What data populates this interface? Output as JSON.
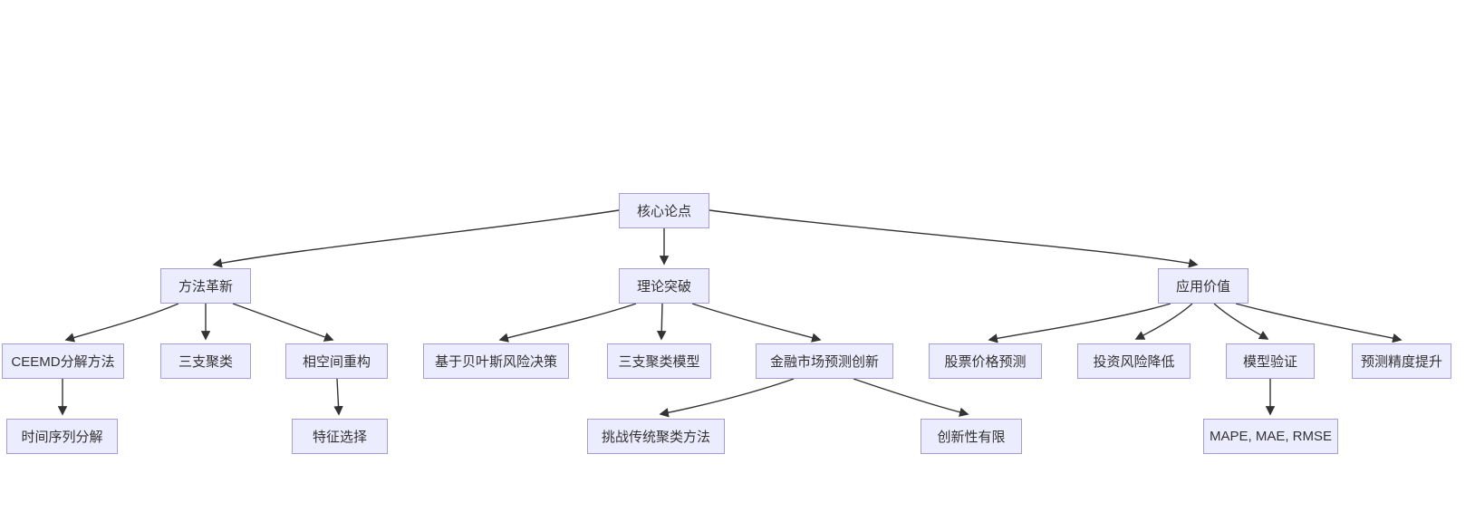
{
  "diagram": {
    "type": "flowchart",
    "direction": "top-down",
    "background_color": "#ffffff",
    "node_fill_color": "#ECECFF",
    "node_border_color": "#a79bd5",
    "edge_color": "#333333",
    "text_color": "#333333",
    "nodes": {
      "root": {
        "label": "核心论点"
      },
      "method": {
        "label": "方法革新"
      },
      "theory": {
        "label": "理论突破"
      },
      "application": {
        "label": "应用价值"
      },
      "ceemd": {
        "label": "CEEMD分解方法"
      },
      "three_way": {
        "label": "三支聚类"
      },
      "phase_space": {
        "label": "相空间重构"
      },
      "bayes": {
        "label": "基于贝叶斯风险决策"
      },
      "three_way_model": {
        "label": "三支聚类模型"
      },
      "finance": {
        "label": "金融市场预测创新"
      },
      "stock": {
        "label": "股票价格预测"
      },
      "risk": {
        "label": "投资风险降低"
      },
      "validation": {
        "label": "模型验证"
      },
      "accuracy": {
        "label": "预测精度提升"
      },
      "time_series": {
        "label": "时间序列分解"
      },
      "feature": {
        "label": "特征选择"
      },
      "challenge": {
        "label": "挑战传统聚类方法"
      },
      "limited": {
        "label": "创新性有限"
      },
      "metrics": {
        "label": "MAPE, MAE, RMSE"
      }
    },
    "edges": [
      {
        "from": "root",
        "to": "method"
      },
      {
        "from": "root",
        "to": "theory"
      },
      {
        "from": "root",
        "to": "application"
      },
      {
        "from": "method",
        "to": "ceemd"
      },
      {
        "from": "method",
        "to": "three_way"
      },
      {
        "from": "method",
        "to": "phase_space"
      },
      {
        "from": "ceemd",
        "to": "time_series"
      },
      {
        "from": "phase_space",
        "to": "feature"
      },
      {
        "from": "theory",
        "to": "bayes"
      },
      {
        "from": "theory",
        "to": "three_way_model"
      },
      {
        "from": "theory",
        "to": "finance"
      },
      {
        "from": "finance",
        "to": "challenge"
      },
      {
        "from": "finance",
        "to": "limited"
      },
      {
        "from": "application",
        "to": "stock"
      },
      {
        "from": "application",
        "to": "risk"
      },
      {
        "from": "application",
        "to": "validation"
      },
      {
        "from": "application",
        "to": "accuracy"
      },
      {
        "from": "validation",
        "to": "metrics"
      }
    ]
  }
}
